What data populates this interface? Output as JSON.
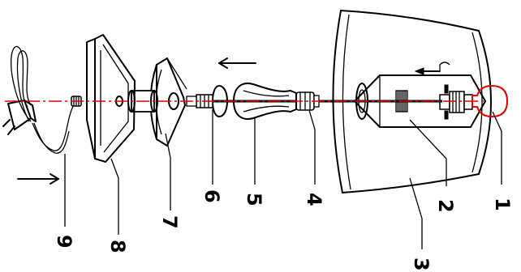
{
  "diagram": {
    "part_labels": [
      "1",
      "2",
      "3",
      "4",
      "5",
      "6",
      "7",
      "8",
      "9"
    ],
    "colors": {
      "line": "#000000",
      "axis": "#e00000",
      "bulb": "#e00000"
    }
  }
}
